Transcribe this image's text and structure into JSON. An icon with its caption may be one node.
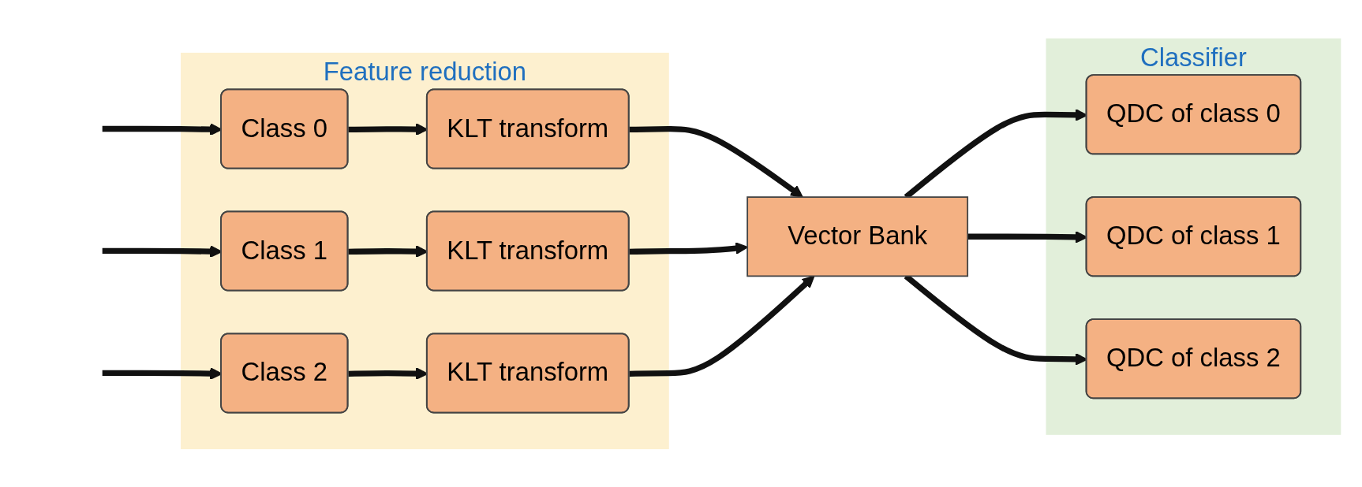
{
  "diagram": {
    "nodes": [
      {
        "text": [
          "Feature reduction"
        ]
      },
      {
        "text": [
          "Class 0"
        ],
        "in": 0
      },
      {
        "text": [
          "KLT transform"
        ],
        "in": 0
      },
      {
        "text": [
          "Class 1"
        ],
        "in": 0
      },
      {
        "text": [
          "KLT transform"
        ],
        "in": 0
      },
      {
        "text": [
          "Class 2"
        ],
        "in": 0
      },
      {
        "text": [
          "KLT transform"
        ],
        "in": 0
      },
      {
        "text": [
          "Vector Bank"
        ]
      },
      {
        "text": [
          "Classifier"
        ]
      },
      {
        "text": [
          "QDC of class 0"
        ],
        "in": 8
      },
      {
        "text": [
          "QDC of class 1"
        ],
        "in": 8
      },
      {
        "text": [
          "QDC of class 2"
        ],
        "in": 8
      }
    ],
    "edges": [
      {
        "from": null,
        "to": 1,
        "arrow": "to"
      },
      {
        "from": null,
        "to": 3,
        "arrow": "to"
      },
      {
        "from": null,
        "to": 5,
        "arrow": "to"
      },
      {
        "from": 1,
        "to": 2,
        "arrow": "to"
      },
      {
        "from": 3,
        "to": 4,
        "arrow": "to"
      },
      {
        "from": 5,
        "to": 6,
        "arrow": "to"
      },
      {
        "from": 2,
        "to": 7,
        "arrow": "to"
      },
      {
        "from": 4,
        "to": 7,
        "arrow": "to"
      },
      {
        "from": 6,
        "to": 7,
        "arrow": "to"
      },
      {
        "from": 7,
        "to": 9,
        "arrow": "to"
      },
      {
        "from": 7,
        "to": 10,
        "arrow": "to"
      },
      {
        "from": 7,
        "to": 11,
        "arrow": "to"
      }
    ]
  }
}
